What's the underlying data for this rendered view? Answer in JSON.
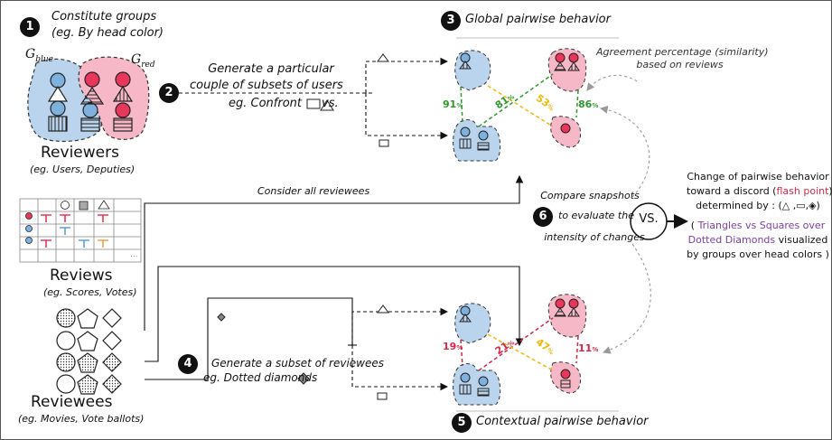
{
  "step1": {
    "num": "1",
    "line1": "Constitute groups",
    "line2": "(eg. By head color)"
  },
  "groups": {
    "blue_label": "G",
    "blue_sub": "blue",
    "red_label": "G",
    "red_sub": "red"
  },
  "reviewers": {
    "title": "Reviewers",
    "subtitle": "(eg. Users, Deputies)"
  },
  "step2": {
    "num": "2",
    "line1": "Generate a  particular",
    "line2": "couple of  subsets of users",
    "line3a": "eg. Confront",
    "line3b": "vs."
  },
  "step3": {
    "num": "3",
    "title": "Global pairwise behavior"
  },
  "agreement": {
    "line1": "Agreement percentage (similarity)",
    "line2": "based on reviews"
  },
  "global_pct": {
    "left": "91",
    "diag1": "81",
    "diag2": "53",
    "right": "86",
    "unit": "%"
  },
  "consider": "Consider all reviewees",
  "reviews": {
    "title": "Reviews",
    "subtitle": "(eg. Scores, Votes)",
    "ellipsis": "..."
  },
  "reviewees": {
    "title": "Reviewees",
    "subtitle": "(eg. Movies, Vote ballots)"
  },
  "step4": {
    "num": "4",
    "line1": "Generate a subset of reviewees",
    "line2": "eg. Dotted diamonds"
  },
  "step5": {
    "num": "5",
    "title": "Contextual pairwise behavior"
  },
  "contextual_pct": {
    "left": "19",
    "diag1": "21",
    "diag2": "47",
    "right": "11",
    "unit": "%"
  },
  "step6": {
    "num": "6",
    "line1": "Compare snapshots",
    "line2": "to evaluate the",
    "line3": "intensity of changes"
  },
  "vs": "VS.",
  "right_text": {
    "l1": "Change of pairwise behavior",
    "l2a": "toward a discord (",
    "l2b": "flash point",
    "l2c": ")",
    "l3": "determined by : (△ ,▭,◈)",
    "l4a": "( ",
    "l4b": "Triangles vs Squares over",
    "l5a": "Dotted Diamonds",
    "l5b": " visualized",
    "l6": "by groups over head colors )"
  },
  "colors": {
    "blue": "#b9d4ec",
    "red": "#f6b8c6",
    "green": "#2e9a2e",
    "yellow": "#f2b705",
    "crimson": "#d6264a"
  }
}
